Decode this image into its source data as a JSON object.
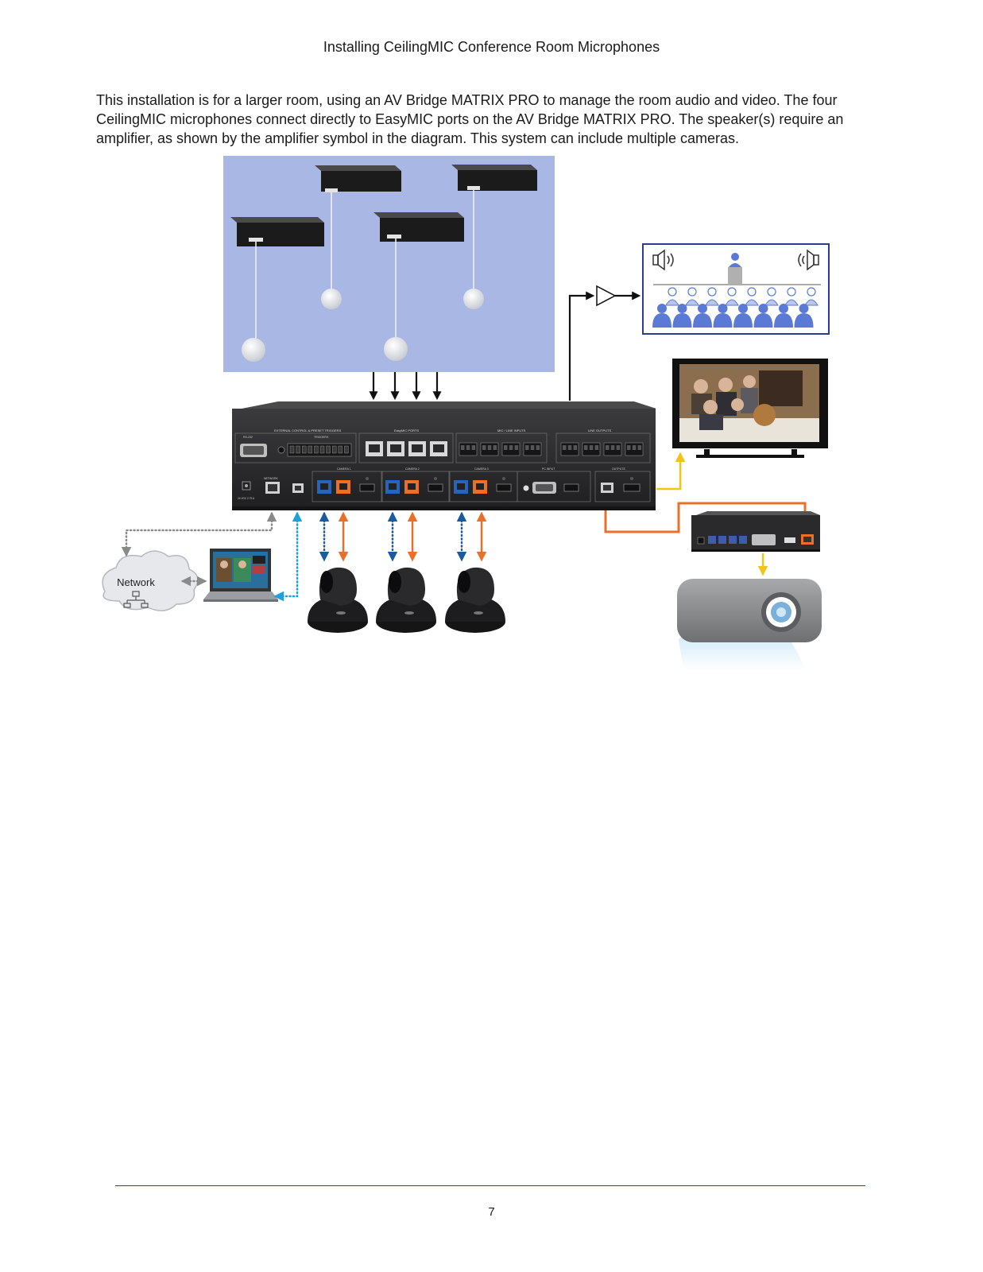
{
  "header": {
    "title": "Installing CeilingMIC Conference Room Microphones"
  },
  "intro": {
    "text": "This installation is for a larger room, using an AV Bridge MATRIX PRO to manage the room audio and video. The four CeilingMIC microphones connect directly to EasyMIC ports on the AV Bridge MATRIX PRO. The speaker(s) require an amplifier, as shown by the amplifier symbol in the diagram. This system can include multiple cameras."
  },
  "diagram": {
    "network_label": "Network",
    "panel": {
      "sec_external": "EXTERNAL CONTROL & PRESET TRIGGERS",
      "sec_easymic": "EasyMIC PORTS",
      "sec_mic_line": "MIC / LINE INPUTS",
      "sec_line_out": "LINE OUTPUTS",
      "rs232": "RS-232",
      "triggers": "TRIGGERS",
      "network": "NETWORK",
      "camera1": "CAMERA 1",
      "camera2": "CAMERA 2",
      "camera3": "CAMERA 3",
      "pc_input": "PC INPUT",
      "outputs": "OUTPUTS",
      "power": "24 VDC 2.75 A"
    }
  },
  "footer": {
    "page_number": "7"
  }
}
